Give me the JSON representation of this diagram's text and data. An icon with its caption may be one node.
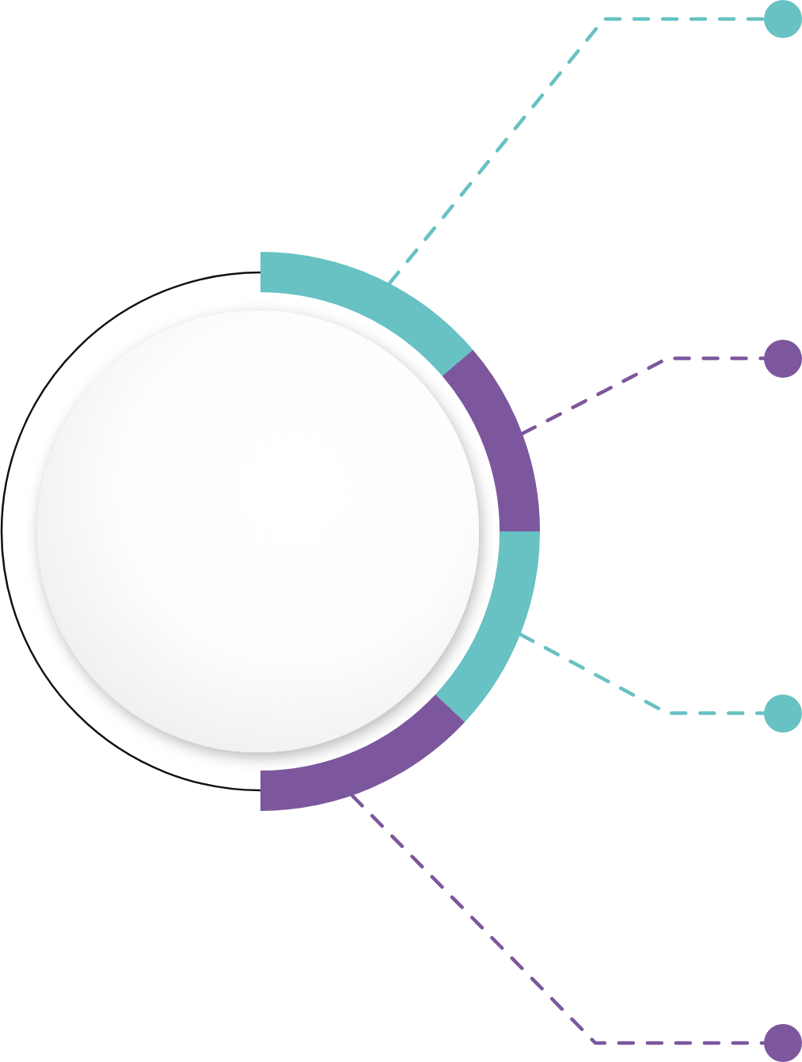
{
  "diagram": {
    "nodes": [
      {
        "text": [],
        "shape": "circle"
      },
      {
        "text": [],
        "shape": "arc"
      },
      {
        "text": [],
        "shape": "arc"
      },
      {
        "text": [],
        "shape": "arc"
      },
      {
        "text": [],
        "shape": "arc"
      },
      {
        "text": [],
        "shape": "circle"
      },
      {
        "text": [],
        "shape": "circle"
      },
      {
        "text": [],
        "shape": "circle"
      },
      {
        "text": [],
        "shape": "circle"
      }
    ],
    "edges": [
      {
        "from": 1,
        "to": 5,
        "arrow": "none",
        "style": "dashed",
        "color": "#68c1c2"
      },
      {
        "from": 2,
        "to": 6,
        "arrow": "none",
        "style": "dashed",
        "color": "#7c579d"
      },
      {
        "from": 3,
        "to": 7,
        "arrow": "none",
        "style": "dashed",
        "color": "#68c1c2"
      },
      {
        "from": 4,
        "to": 8,
        "arrow": "none",
        "style": "dashed",
        "color": "#7c579d"
      }
    ]
  }
}
